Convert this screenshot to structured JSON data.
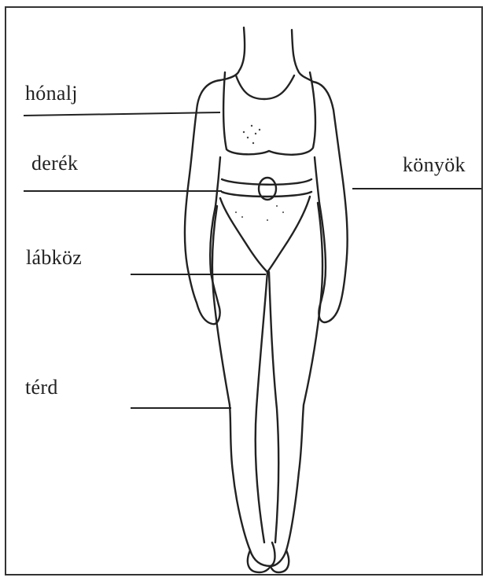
{
  "labels": {
    "honalj": "hónalj",
    "derek": "derék",
    "konyok": "könyök",
    "labkoz": "lábköz",
    "terd": "térd"
  }
}
